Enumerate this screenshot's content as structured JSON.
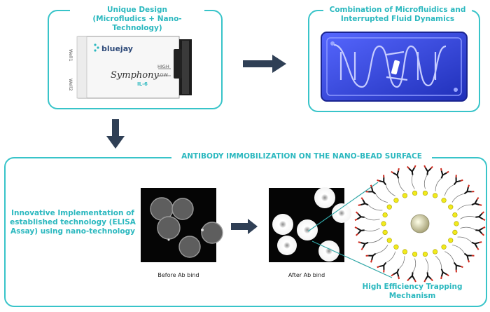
{
  "top_left": {
    "title_line1": "Unique Design",
    "title_line2": "(Microfludics + Nano-Technology)",
    "device": {
      "brand": "bluejay",
      "product": "Symphony",
      "product_sub": "IL-6",
      "well1": "Well1",
      "well2": "Well2",
      "high": "HIGH",
      "low": "LOW"
    }
  },
  "top_right": {
    "title_line1": "Combination of Microfluidics and",
    "title_line2": "Interrupted Fluid Dynamics"
  },
  "bottom": {
    "title": "ANTIBODY IMMOBILIZATION ON THE NANO-BEAD SURFACE",
    "left_text_1": "Innovative Implementation of",
    "left_text_2": "established technology (ELISA",
    "left_text_3": "Assay) using nano-technology",
    "caption_before": "Before Ab bind",
    "caption_after": "After Ab bind",
    "mechanism_line1": "High Efficiency Trapping",
    "mechanism_line2": "Mechanism"
  },
  "colors": {
    "accent": "#38c4c9",
    "arrow": "#2f3f55",
    "chip_blue": "#2f3fe0",
    "antibody_red": "#cc2a1e",
    "dot_yellow": "#f1ea1c"
  }
}
